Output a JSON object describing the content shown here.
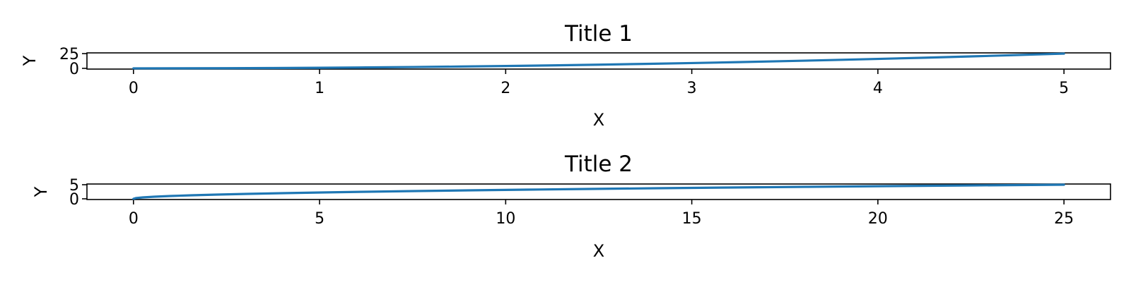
{
  "chart_data": [
    {
      "type": "line",
      "title": "Title 1",
      "xlabel": "X",
      "ylabel": "Y",
      "xlim": [
        -0.25,
        5.25
      ],
      "ylim": [
        -1.25,
        26.25
      ],
      "x_ticks": [
        0,
        1,
        2,
        3,
        4,
        5
      ],
      "y_ticks": [
        0,
        25
      ],
      "grid": false,
      "series": [
        {
          "color": "#1f77b4",
          "x": [
            0,
            0.25,
            0.5,
            0.75,
            1,
            1.25,
            1.5,
            1.75,
            2,
            2.25,
            2.5,
            2.75,
            3,
            3.25,
            3.5,
            3.75,
            4,
            4.25,
            4.5,
            4.75,
            5
          ],
          "y": [
            0,
            0.0625,
            0.25,
            0.5625,
            1,
            1.5625,
            2.25,
            3.0625,
            4,
            5.0625,
            6.25,
            7.5625,
            9,
            10.5625,
            12.25,
            14.0625,
            16,
            18.0625,
            20.25,
            22.5625,
            25
          ]
        }
      ]
    },
    {
      "type": "line",
      "title": "Title 2",
      "xlabel": "X",
      "ylabel": "Y",
      "xlim": [
        -1.25,
        26.25
      ],
      "ylim": [
        -0.25,
        5.25
      ],
      "x_ticks": [
        0,
        5,
        10,
        15,
        20,
        25
      ],
      "y_ticks": [
        0,
        5
      ],
      "grid": false,
      "series": [
        {
          "color": "#1f77b4",
          "x": [
            0,
            0.0625,
            0.25,
            0.5625,
            1,
            1.5625,
            2.25,
            3.0625,
            4,
            5.0625,
            6.25,
            7.5625,
            9,
            10.5625,
            12.25,
            14.0625,
            16,
            18.0625,
            20.25,
            22.5625,
            25
          ],
          "y": [
            0,
            0.25,
            0.5,
            0.75,
            1,
            1.25,
            1.5,
            1.75,
            2,
            2.25,
            2.5,
            2.75,
            3,
            3.25,
            3.5,
            3.75,
            4,
            4.25,
            4.5,
            4.75,
            5
          ]
        }
      ]
    }
  ]
}
